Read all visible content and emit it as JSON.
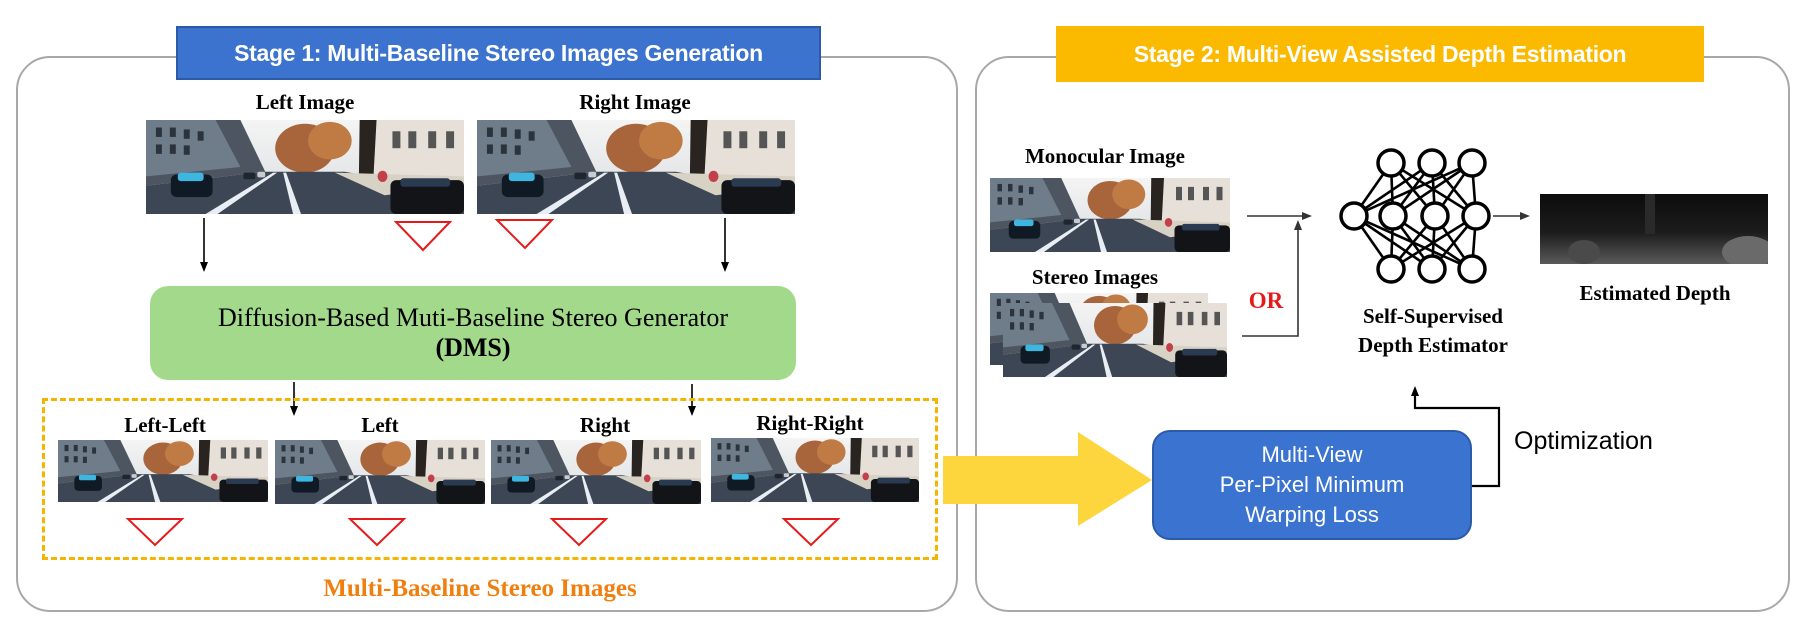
{
  "stage1": {
    "title": "Stage 1: Multi-Baseline Stereo Images Generation",
    "color": "#3b73cf",
    "inputs": [
      {
        "label": "Left Image"
      },
      {
        "label": "Right Image"
      }
    ],
    "generator": {
      "line1": "Diffusion-Based Muti-Baseline  Stereo Generator",
      "line2": "(DMS)",
      "color": "#a2d98a"
    },
    "outputs": [
      {
        "label": "Left-Left"
      },
      {
        "label": "Left"
      },
      {
        "label": "Right"
      },
      {
        "label": "Right-Right"
      }
    ],
    "outputs_caption": "Multi-Baseline Stereo Images",
    "caption_color": "#f07f10",
    "dashed_color": "#f5b400",
    "triangle_color": "#e51a1a"
  },
  "stage2": {
    "title": "Stage 2: Multi-View Assisted Depth Estimation",
    "color": "#fbb900",
    "monocular_label": "Monocular Image",
    "stereo_label": "Stereo Images",
    "or_label": "OR",
    "or_color": "#e51a1a",
    "estimator_line1": "Self-Supervised",
    "estimator_line2": "Depth Estimator",
    "output_label": "Estimated Depth",
    "loss": {
      "line1": "Multi-View",
      "line2": "Per-Pixel Minimum",
      "line3": "Warping Loss",
      "color": "#3a74d0"
    },
    "optimization_label": "Optimization",
    "arrow_color": "#fdd53c"
  }
}
